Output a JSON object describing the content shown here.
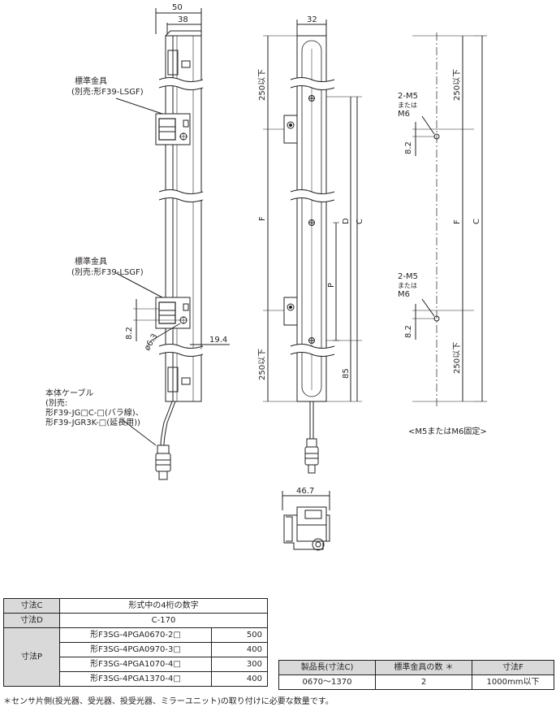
{
  "side_view": {
    "dim_50": "50",
    "dim_38": "38",
    "bracket_top_label": [
      "標準金具",
      "(別売:形F39-LSGF)"
    ],
    "bracket_bottom_label": [
      "標準金具",
      "(別売:形F39-LSGF)"
    ],
    "dim_8_2": "8.2",
    "dim_phi_6_3": "ø6.3",
    "dim_19_4": "19.4",
    "cable_label": [
      "本体ケーブル",
      "(別売:",
      "形F39-JG□C-□(バラ線)、",
      "形F39-JGR3K-□(延長用))"
    ]
  },
  "front_view": {
    "dim_32": "32",
    "dim_250_top": "250以下",
    "dim_F": "F",
    "dim_250_bottom": "250以下",
    "dim_D": "D",
    "dim_C": "C",
    "dim_P": "P",
    "dim_85": "85"
  },
  "mount_view": {
    "top_hole_label": [
      "2-M5",
      "または",
      "M6"
    ],
    "bottom_hole_label": [
      "2-M5",
      "または",
      "M6"
    ],
    "dim_250_top": "250以下",
    "dim_F": "F",
    "dim_C": "C",
    "dim_250_bottom": "250以下",
    "dim_8_2_top": "8.2",
    "dim_8_2_bottom": "8.2",
    "caption": "<M5またはM6固定>"
  },
  "bottom_view": {
    "dim_46_7": "46.7"
  },
  "table1": {
    "row_c": {
      "label": "寸法C",
      "value": "形式中の4桁の数字"
    },
    "row_d": {
      "label": "寸法D",
      "value": "C-170"
    },
    "row_p": {
      "label": "寸法P",
      "items": [
        {
          "model": "形F3SG-4PGA0670-2□",
          "value": "500"
        },
        {
          "model": "形F3SG-4PGA0970-3□",
          "value": "400"
        },
        {
          "model": "形F3SG-4PGA1070-4□",
          "value": "300"
        },
        {
          "model": "形F3SG-4PGA1370-4□",
          "value": "400"
        }
      ]
    }
  },
  "table2": {
    "headers": [
      "製品長(寸法C)",
      "標準金具の数 ＊",
      "寸法F"
    ],
    "row": [
      "0670～1370",
      "2",
      "1000mm以下"
    ]
  },
  "footnote": "＊センサ片側(投光器、受光器、投受光器、ミラーユニット)の取り付けに必要な数量です。"
}
